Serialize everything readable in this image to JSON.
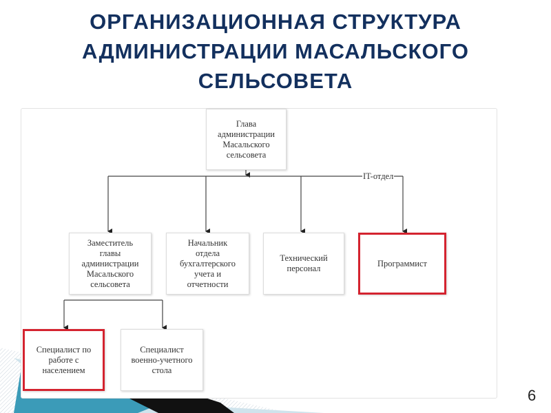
{
  "title": {
    "line1": "ОРГАНИЗАЦИОННАЯ СТРУКТУРА",
    "line2": "АДМИНИСТРАЦИИ МАСАЛЬСКОГО",
    "line3": "СЕЛЬСОВЕТА"
  },
  "chart": {
    "head": "Глава\nадминистрации\nМасальского\nсельсовета",
    "deputy": "Заместитель\nглавы\nадминистрации\nМасальского\nсельсовета",
    "accounting": "Начальник\nотдела\nбухгалтерского\nучета и\nотчетности",
    "technical": "Технический\nперсонал",
    "programmer": "Программист",
    "it_label": "IT-отдел",
    "population": "Специалист по\nработе с\nнаселением",
    "military": "Специалист\nвоенно-учетного\nстола"
  },
  "highlight_color": "#d4232f",
  "page_number": "6"
}
